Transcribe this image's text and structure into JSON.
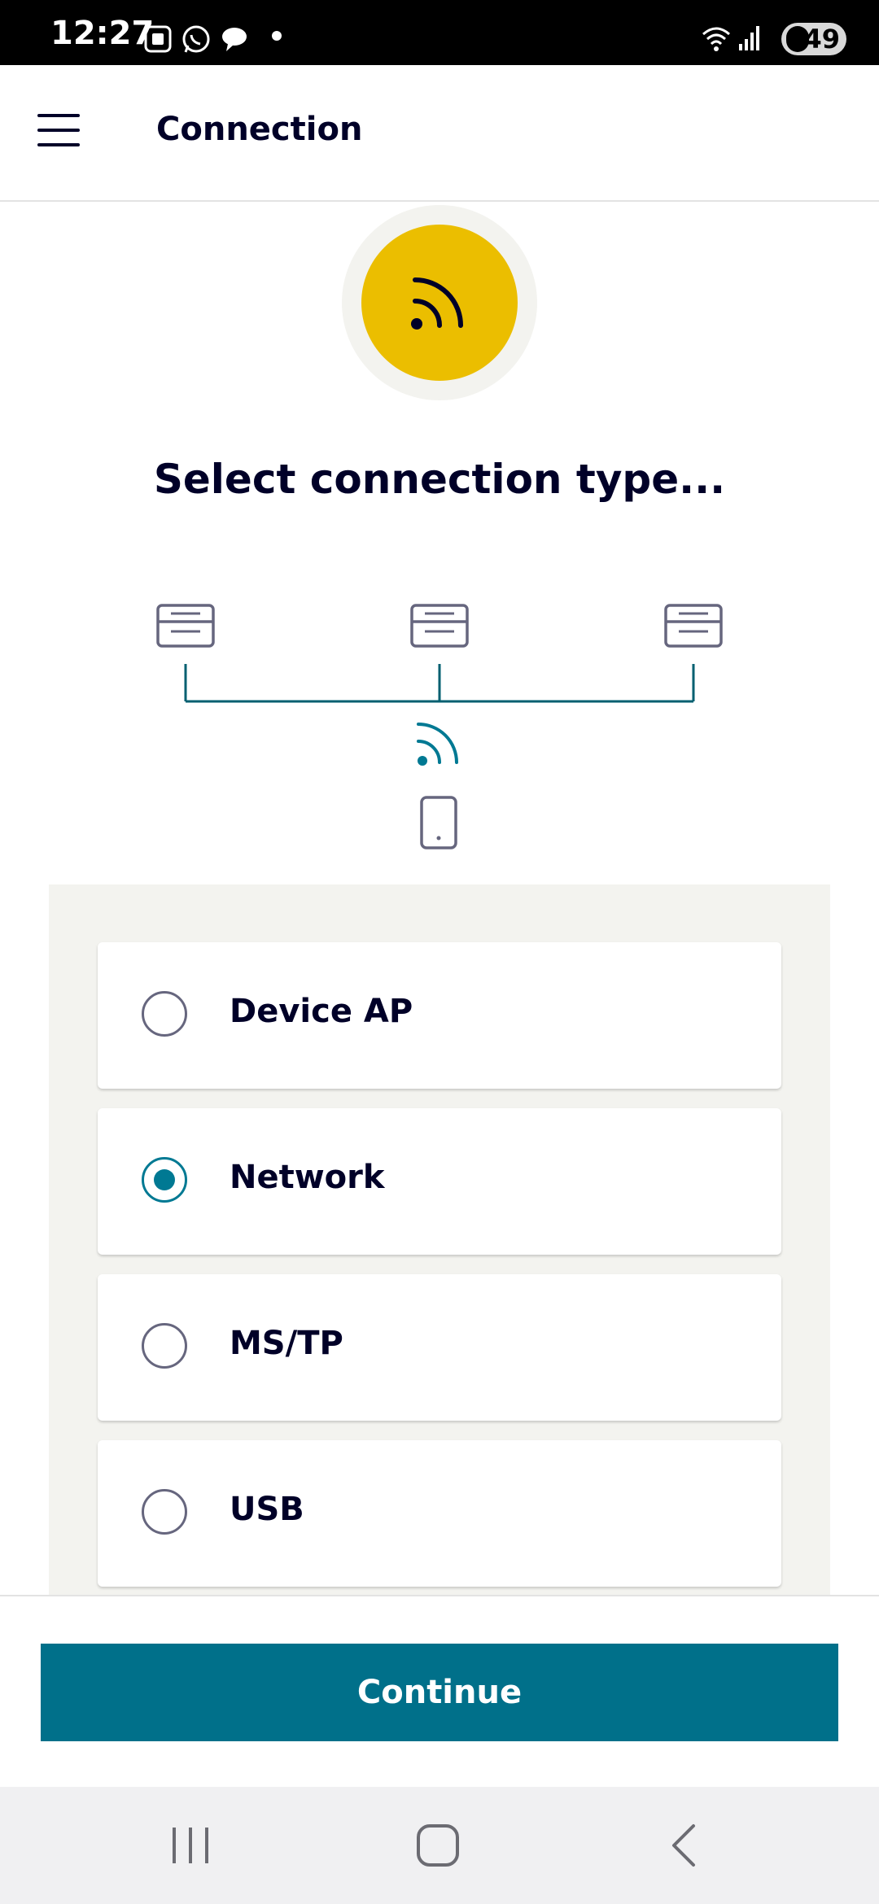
{
  "status_bar": {
    "time": "12:27",
    "battery": "49"
  },
  "app_bar": {
    "title": "Connection"
  },
  "main": {
    "heading": "Select connection type..."
  },
  "options": [
    {
      "label": "Device AP",
      "selected": false
    },
    {
      "label": "Network",
      "selected": true
    },
    {
      "label": "MS/TP",
      "selected": false
    },
    {
      "label": "USB",
      "selected": false
    }
  ],
  "footer": {
    "continue_label": "Continue"
  },
  "colors": {
    "accent": "#00708a",
    "hero": "#ebbe00",
    "panel": "#f3f3ef"
  }
}
